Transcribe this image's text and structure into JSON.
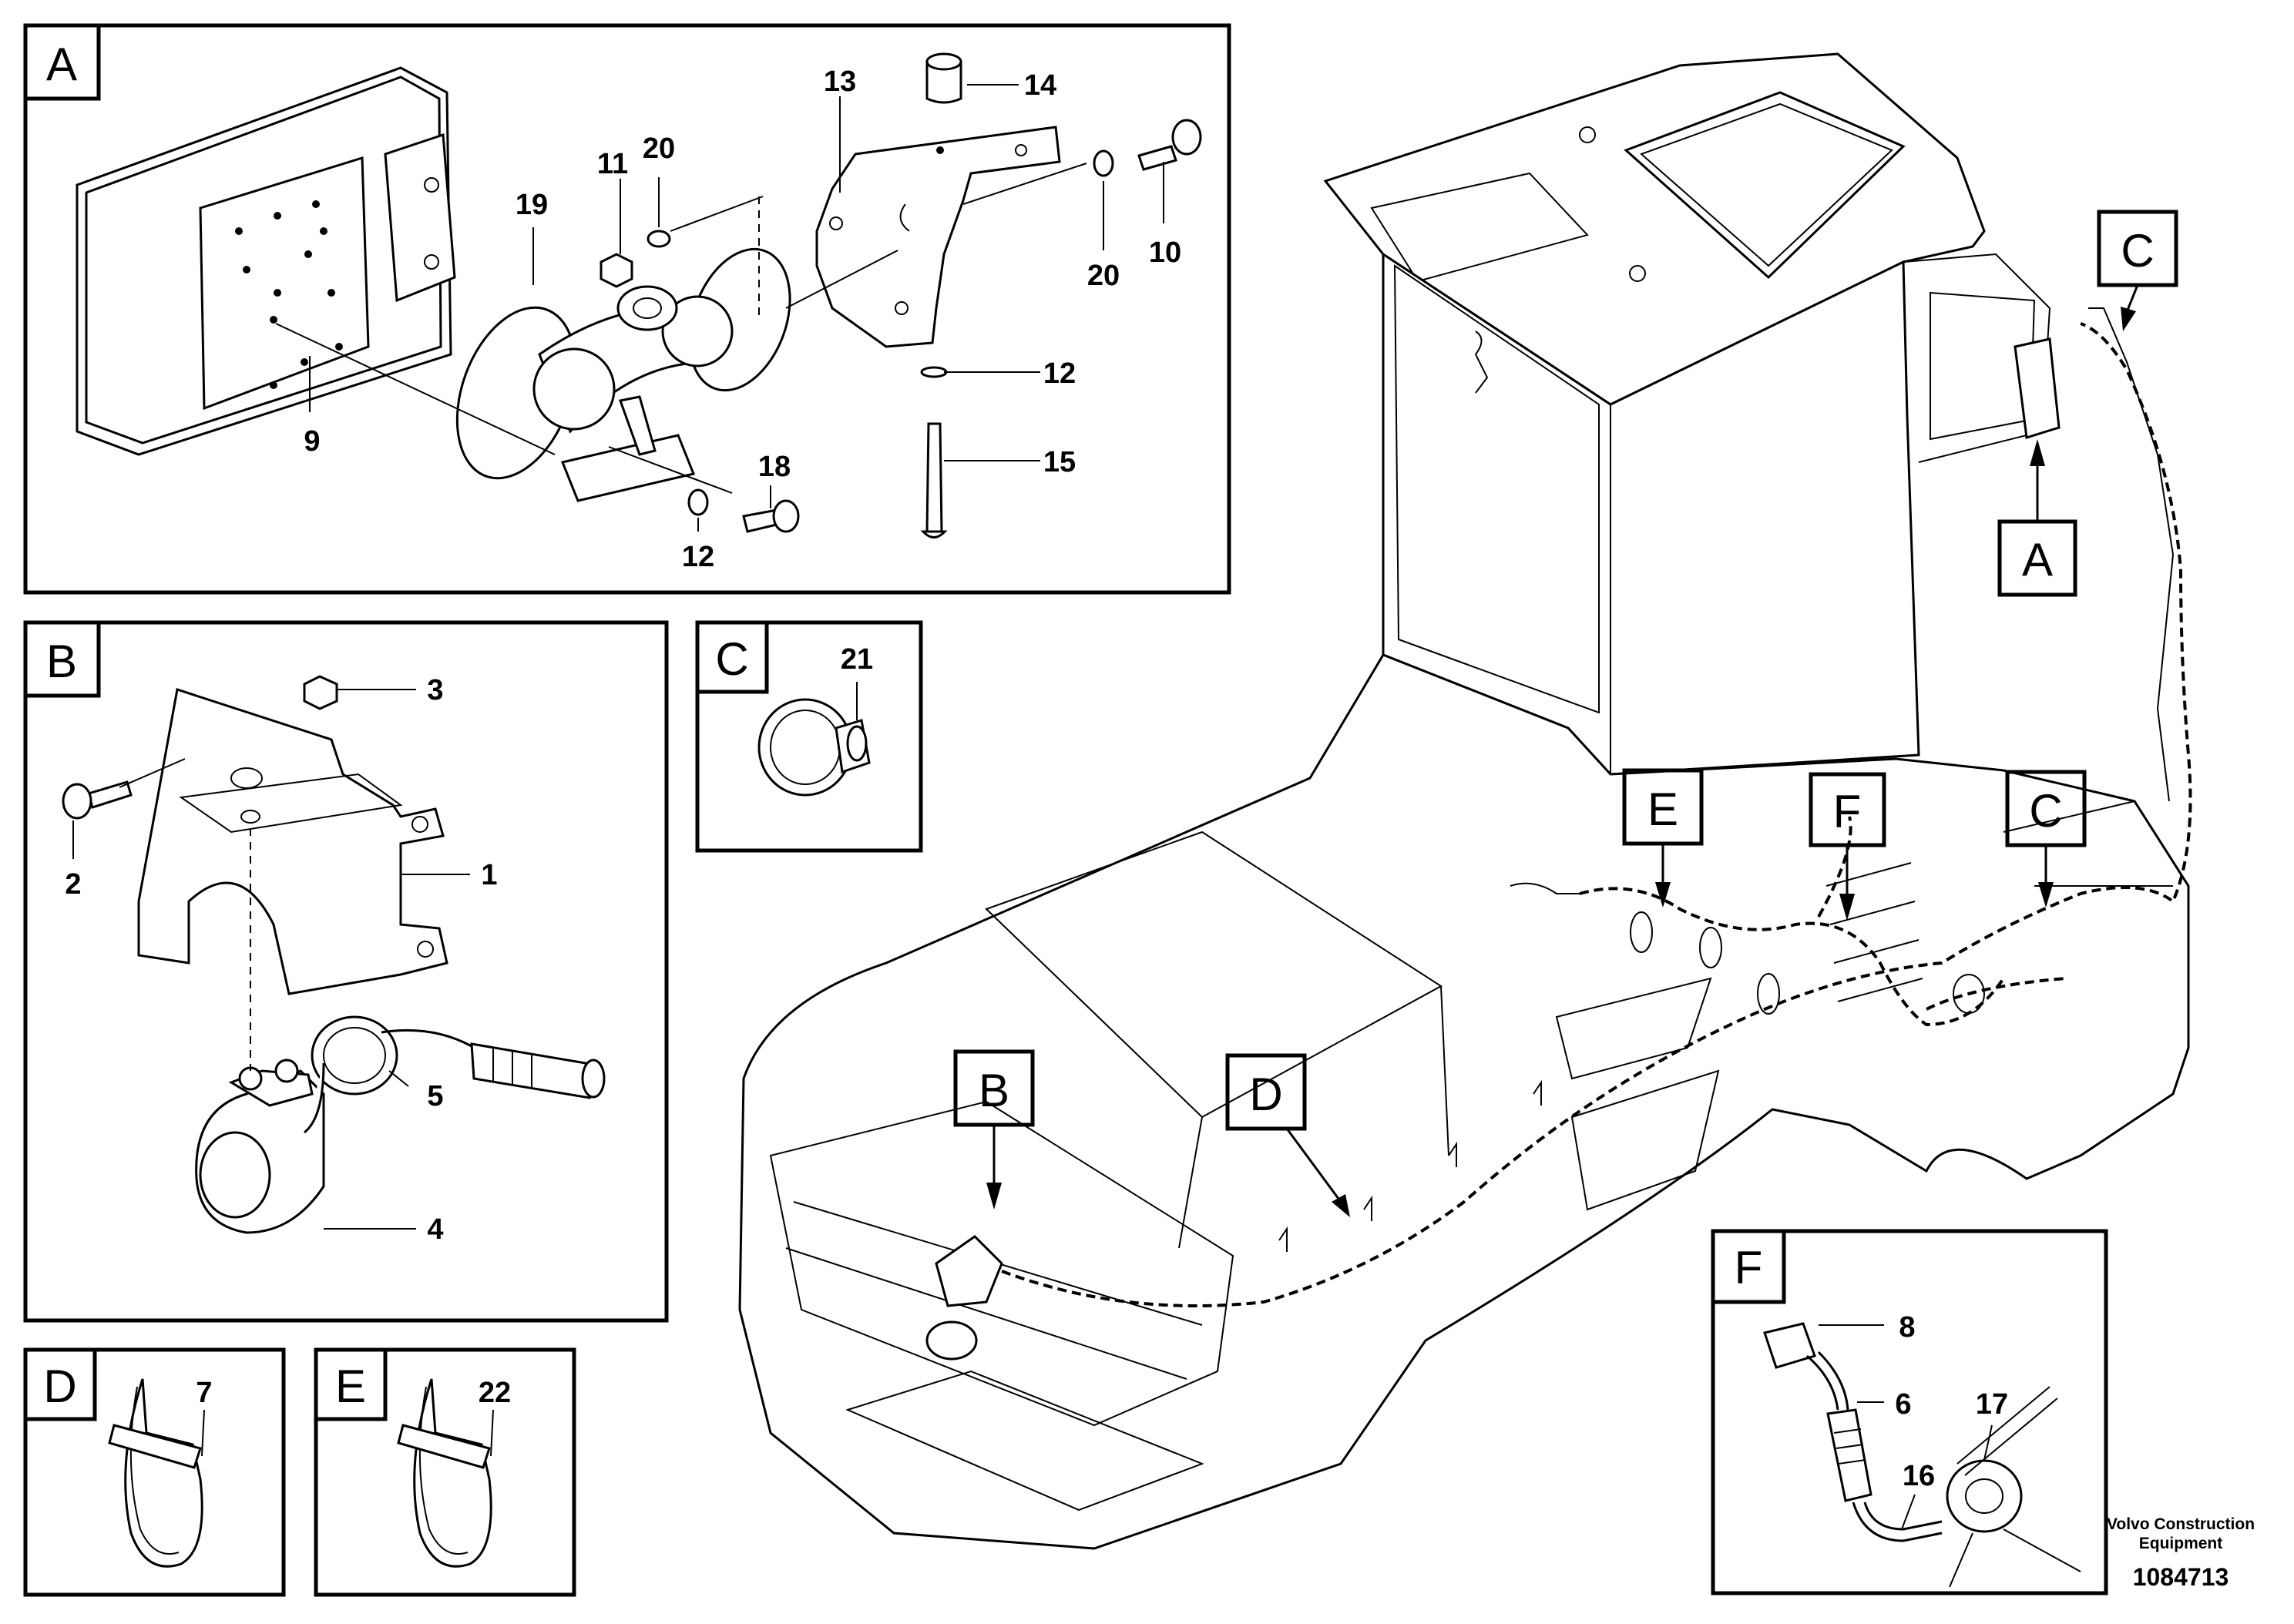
{
  "panels": {
    "A": {
      "tag": "A",
      "callouts": [
        "9",
        "11",
        "20",
        "19",
        "13",
        "14",
        "10",
        "20",
        "12",
        "15",
        "18",
        "12"
      ]
    },
    "B": {
      "tag": "B",
      "callouts": [
        "3",
        "2",
        "1",
        "5",
        "4"
      ]
    },
    "C": {
      "tag": "C",
      "callouts": [
        "21"
      ]
    },
    "D": {
      "tag": "D",
      "callouts": [
        "7"
      ]
    },
    "E": {
      "tag": "E",
      "callouts": [
        "22"
      ]
    },
    "F": {
      "tag": "F",
      "callouts": [
        "8",
        "6",
        "17",
        "16"
      ]
    }
  },
  "machine_tags": [
    "A",
    "B",
    "C",
    "C",
    "D",
    "E",
    "F"
  ],
  "footer": {
    "brand_line1": "Volvo Construction",
    "brand_line2": "Equipment",
    "doc_number": "1084713"
  }
}
